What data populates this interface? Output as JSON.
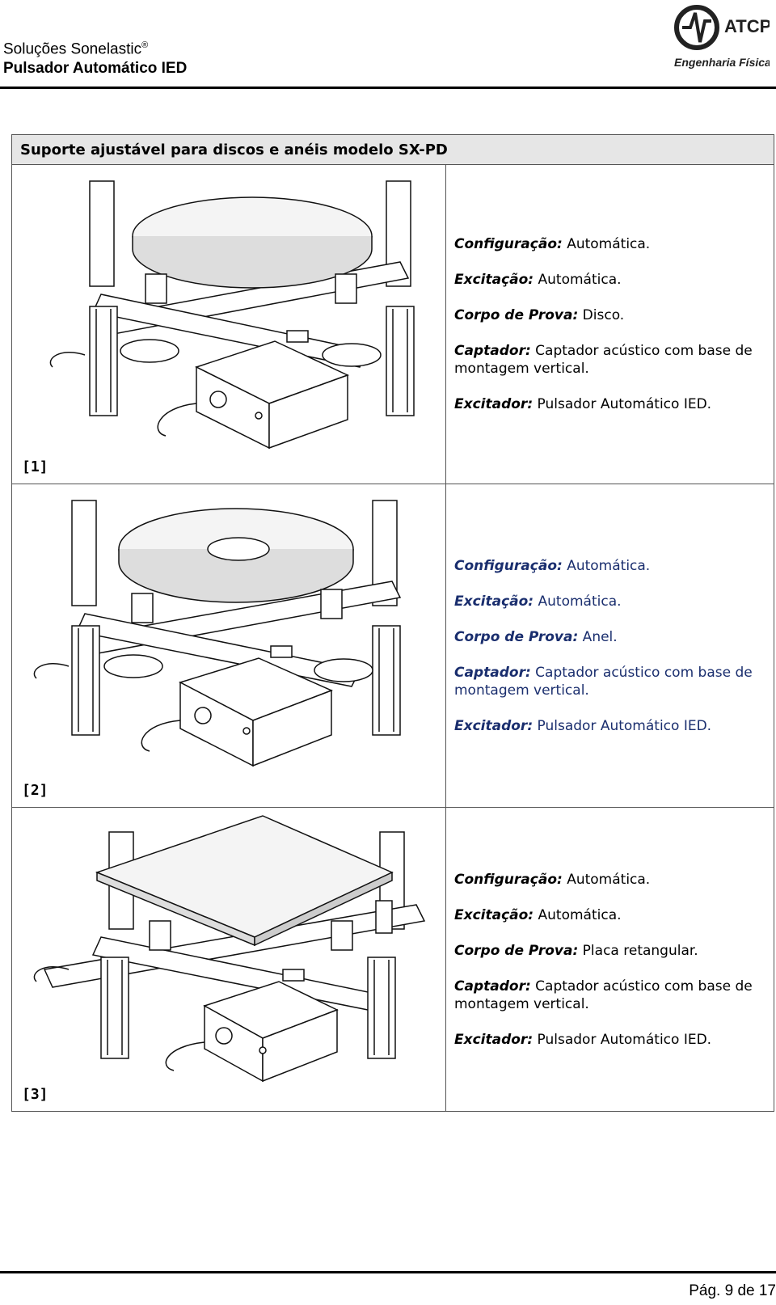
{
  "header": {
    "brand": "Soluções Sonelastic",
    "brand_mark": "®",
    "product": "Pulsador Automático IED"
  },
  "logo": {
    "text_main": "ATCP",
    "text_sub": "Engenharia Física"
  },
  "table": {
    "title": "Suporte ajustável para discos e anéis modelo SX-PD",
    "rows": [
      {
        "ref": "[1]",
        "config_label": "Configuração:",
        "config_value": " Automática.",
        "excit_label": "Excitação:",
        "excit_value": " Automática.",
        "body_label": "Corpo de Prova:",
        "body_value": " Disco.",
        "capt_label": "Captador:",
        "capt_value": " Captador acústico com base de montagem vertical.",
        "exc_label": "Excitador:",
        "exc_value": " Pulsador Automático IED."
      },
      {
        "ref": "[2]",
        "config_label": "Configuração:",
        "config_value": " Automática.",
        "excit_label": "Excitação:",
        "excit_value": " Automática.",
        "body_label": "Corpo de Prova:",
        "body_value": " Anel.",
        "capt_label": "Captador:",
        "capt_value": " Captador acústico com base de montagem vertical.",
        "exc_label": "Excitador:",
        "exc_value": " Pulsador Automático IED."
      },
      {
        "ref": "[3]",
        "config_label": "Configuração:",
        "config_value": " Automática.",
        "excit_label": "Excitação:",
        "excit_value": " Automática.",
        "body_label": "Corpo de Prova:",
        "body_value": " Placa retangular.",
        "capt_label": "Captador:",
        "capt_value": " Captador acústico com base de montagem vertical.",
        "exc_label": "Excitador:",
        "exc_value": " Pulsador Automático IED."
      }
    ]
  },
  "footer": {
    "page": "Pág. 9 de 17"
  }
}
